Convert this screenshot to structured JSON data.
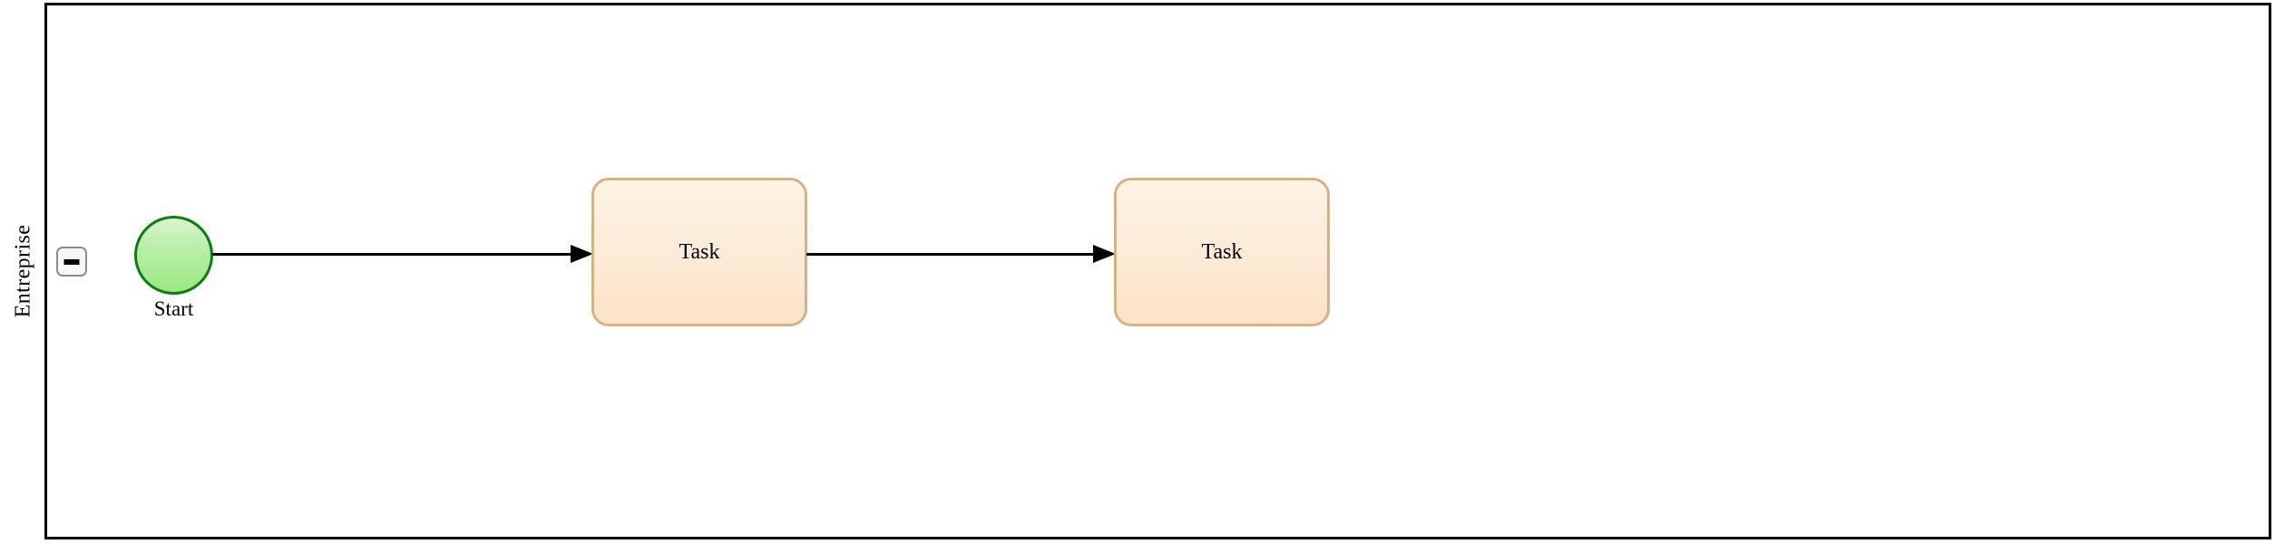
{
  "diagram": {
    "type": "bpmn-process",
    "pool": {
      "lane_label": "Entreprise",
      "collapse_icon": "minus-icon",
      "border_color": "#000000",
      "background_color": "#ffffff"
    },
    "elements": [
      {
        "id": "start-event",
        "kind": "start-event",
        "label": "Start",
        "fill_color": "#b6eda6",
        "border_color": "#107c10"
      },
      {
        "id": "task-1",
        "kind": "task",
        "label": "Task",
        "fill_color": "#fcecd9",
        "border_color": "#d6b184"
      },
      {
        "id": "task-2",
        "kind": "task",
        "label": "Task",
        "fill_color": "#fcecd9",
        "border_color": "#d6b184"
      }
    ],
    "flows": [
      {
        "id": "flow-1",
        "from": "start-event",
        "to": "task-1",
        "color": "#000000"
      },
      {
        "id": "flow-2",
        "from": "task-1",
        "to": "task-2",
        "color": "#000000"
      }
    ]
  }
}
